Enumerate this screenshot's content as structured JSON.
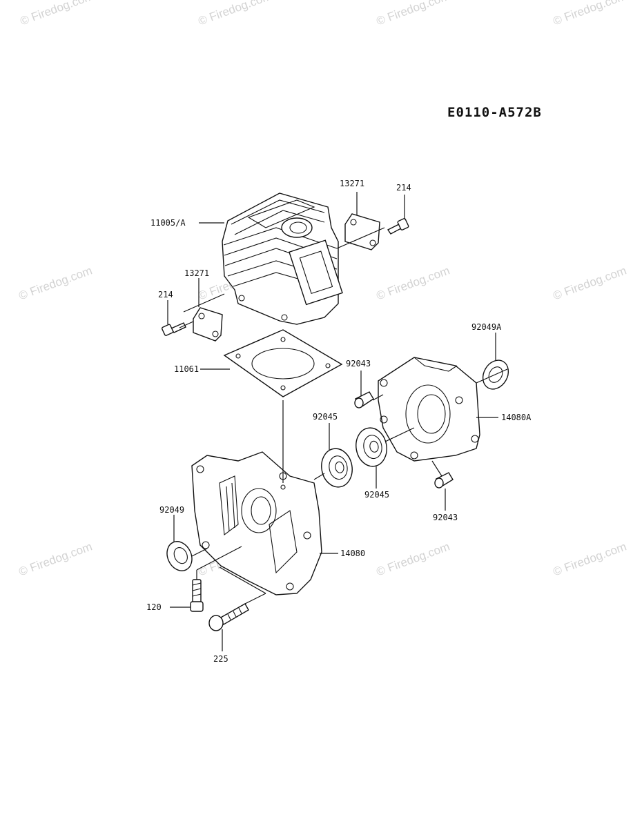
{
  "diagram_code": "E0110-A572B",
  "watermark": "© Firedog.com",
  "callouts": {
    "cylinder": "11005/A",
    "cover_top": "13271",
    "bolt_top": "214",
    "cover_left": "13271",
    "bolt_left": "214",
    "gasket": "11061",
    "seal_right": "92049A",
    "pin_upper": "92043",
    "crankcase_right": "14080A",
    "bearing_left": "92045",
    "bearing_right": "92045",
    "pin_lower": "92043",
    "seal_left": "92049",
    "crankcase_left": "14080",
    "bolt_120": "120",
    "bolt_225": "225"
  }
}
